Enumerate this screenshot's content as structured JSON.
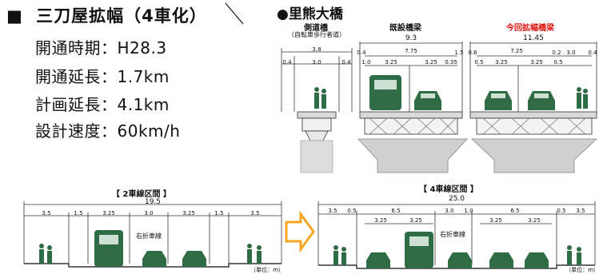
{
  "summary": {
    "title_mark": "■",
    "title": "三刀屋拡幅（4車化）",
    "lines": [
      "開通時期：H28.3",
      "開通延長：1.7km",
      "計画延長：4.1km",
      "設計速度：60km/h"
    ]
  },
  "bridge": {
    "name": "●里熊大橋",
    "sidewalk_title": "側道橋",
    "sidewalk_sub": "（自転車歩行者道）",
    "existing_title": "既設橋梁",
    "new_title": "今回拡幅橋梁",
    "sidewalk_total": "3.8",
    "sidewalk_dims": [
      "0.4",
      "3.0",
      "0.4"
    ],
    "existing_total": "9.3",
    "existing_mid": "7.75",
    "existing_dims": [
      "0.4",
      "1.0",
      "3.25",
      "3.25",
      "0.35",
      "1.5"
    ],
    "new_total": "11.45",
    "new_mid": "7.25",
    "new_dims": [
      "0.6",
      "0.5",
      "3.25",
      "3.25",
      "0.2",
      "0.5",
      "3.0",
      "0.4"
    ]
  },
  "section2": {
    "label": "【 2車線区間 】",
    "total": "19.5",
    "dims": [
      "3.5",
      "1.5",
      "3.25",
      "3.0",
      "3.25",
      "1.5",
      "3.5"
    ],
    "turn_label": "右折車線",
    "unit": "（単位：m）"
  },
  "section4": {
    "label": "【 4車線区間 】",
    "total": "25.0",
    "dims_top": [
      "3.5",
      "0.5",
      "6.5",
      "3.0",
      "1.0",
      "6.5",
      "0.5",
      "3.5"
    ],
    "dims_lanes": [
      "3.25",
      "3.25",
      "3.25",
      "3.25"
    ],
    "turn_label": "右折車線",
    "unit": "（単位：m）"
  },
  "colors": {
    "vehicle": "#2f6b45",
    "deck": "#d9d9d9",
    "pier": "#cfcfcf",
    "arrow": "#f5a623",
    "new_title": "#e0140f"
  }
}
